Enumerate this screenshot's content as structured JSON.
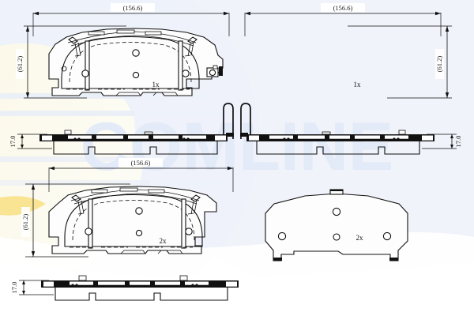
{
  "document": {
    "type": "technical-drawing",
    "subject": "Brake pad set dimensional drawing",
    "brand_watermark": "COMLINE"
  },
  "background": {
    "base_color": "#ffffff",
    "watermark_text": "COMLINE",
    "watermark_color": "#e8eefb",
    "swoosh_color": "#eef2fa",
    "cream_color": "#fdfbef",
    "stripe_color": "#e6ecf8"
  },
  "views": [
    {
      "id": "pad-top-left",
      "name": "Brake pad face view (left, 1x)",
      "quantity_label": "1x",
      "width_label": "(156.6)",
      "height_label": "(61.2)",
      "sensor_side": "right"
    },
    {
      "id": "pad-top-right",
      "name": "Brake pad face view (right, 1x)",
      "quantity_label": "1x",
      "width_label": "(156.6)",
      "height_label": "(61.2)",
      "sensor_side": "left"
    },
    {
      "id": "profile-left",
      "name": "Brake pad edge profile (left)",
      "thickness_label": "17.0"
    },
    {
      "id": "profile-right",
      "name": "Brake pad edge profile (right)",
      "thickness_label": "17.0"
    },
    {
      "id": "pad-bottom-left",
      "name": "Brake pad face view (lower, 2x)",
      "quantity_label": "2x",
      "width_label": "(156.6)",
      "height_label": "(61.2)"
    },
    {
      "id": "profile-bottom",
      "name": "Brake pad edge profile (lower)",
      "thickness_label": "17.0"
    },
    {
      "id": "backplate-bottom-right",
      "name": "Brake pad backing plate view (2x)",
      "quantity_label": "2x"
    }
  ],
  "dimensions": {
    "width": "(156.6)",
    "height": "(61.2)",
    "thickness": "17.0"
  },
  "markers": {
    "qty_one": "1x",
    "qty_two": "2x"
  },
  "colors": {
    "line": "#111111",
    "pad_fill": "#fdfdfd",
    "watermark": "#e8eefb"
  }
}
